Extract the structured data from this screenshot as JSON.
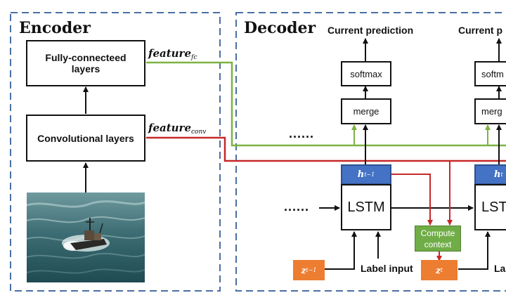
{
  "encoder": {
    "title": "Encoder",
    "fc_label": "Fully-connecteed layers",
    "conv_label": "Convolutional layers",
    "feature_fc": {
      "base": "feature",
      "sub": "fc"
    },
    "feature_conv": {
      "base": "feature",
      "sub": "conv"
    }
  },
  "decoder": {
    "title": "Decoder",
    "prediction_label_1": "Current prediction",
    "prediction_label_2": "Current p",
    "softmax_label": "softmax",
    "softmax_label_2": "softm",
    "merge_label": "merge",
    "merge_label_2": "merg",
    "lstm_label": "LSTM",
    "lstm_label_2": "LSTI",
    "dots_1": "......",
    "dots_2": "......",
    "h_prev": {
      "base": "h",
      "sub": "t−1"
    },
    "h_curr": {
      "base": "h",
      "sub": "t"
    },
    "compute_context_line1": "Compute",
    "compute_context_line2": "context",
    "z_prev": {
      "base": "z",
      "sub": "t−1"
    },
    "z_curr": {
      "base": "z",
      "sub": "t"
    },
    "label_input_1": "Label input",
    "label_input_2": "La"
  },
  "colors": {
    "dashed_border": "#4a6fa5",
    "green_line": "#7cb342",
    "red_line": "#c62828",
    "h_box": "#4472c4",
    "z_box": "#ed7d31",
    "context_box": "#70ad47"
  }
}
